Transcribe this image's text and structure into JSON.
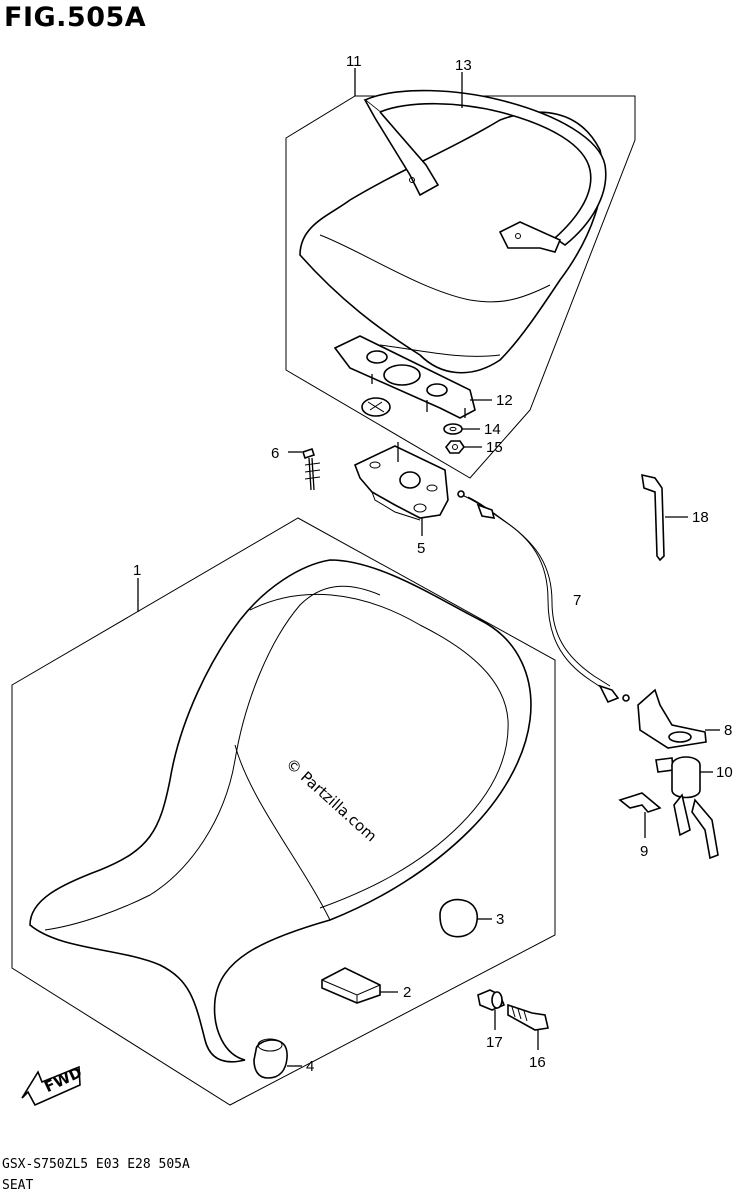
{
  "figure": {
    "title": "FIG.505A",
    "footer_code": "GSX-S750ZL5 E03 E28 505A",
    "footer_name": "SEAT",
    "watermark": "© Partzilla.com",
    "fwd_label": "FWD"
  },
  "callouts": [
    {
      "id": "c1",
      "text": "1"
    },
    {
      "id": "c2",
      "text": "2"
    },
    {
      "id": "c3",
      "text": "3"
    },
    {
      "id": "c4",
      "text": "4"
    },
    {
      "id": "c5",
      "text": "5"
    },
    {
      "id": "c6",
      "text": "6"
    },
    {
      "id": "c7",
      "text": "7"
    },
    {
      "id": "c8",
      "text": "8"
    },
    {
      "id": "c9",
      "text": "9"
    },
    {
      "id": "c10",
      "text": "10"
    },
    {
      "id": "c11",
      "text": "11"
    },
    {
      "id": "c12",
      "text": "12"
    },
    {
      "id": "c13",
      "text": "13"
    },
    {
      "id": "c14",
      "text": "14"
    },
    {
      "id": "c15",
      "text": "15"
    },
    {
      "id": "c16",
      "text": "16"
    },
    {
      "id": "c17",
      "text": "17"
    },
    {
      "id": "c18",
      "text": "18"
    }
  ]
}
